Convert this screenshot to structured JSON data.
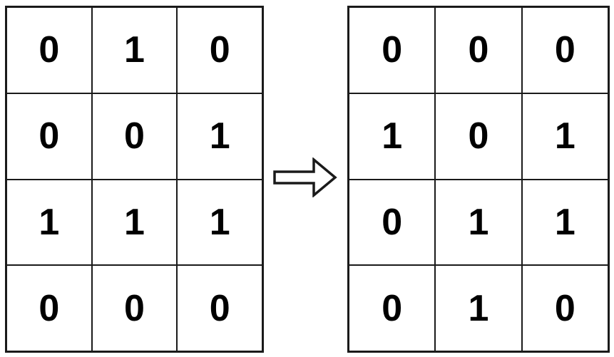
{
  "figure": {
    "left_grid": {
      "rows": [
        [
          "0",
          "1",
          "0"
        ],
        [
          "0",
          "0",
          "1"
        ],
        [
          "1",
          "1",
          "1"
        ],
        [
          "0",
          "0",
          "0"
        ]
      ]
    },
    "right_grid": {
      "rows": [
        [
          "0",
          "0",
          "0"
        ],
        [
          "1",
          "0",
          "1"
        ],
        [
          "0",
          "1",
          "1"
        ],
        [
          "0",
          "1",
          "0"
        ]
      ]
    },
    "arrow": {
      "icon": "right-arrow-icon",
      "direction": "right"
    }
  },
  "colors": {
    "line": "#1a1a1a",
    "ink": "#000000",
    "background": "#ffffff"
  }
}
